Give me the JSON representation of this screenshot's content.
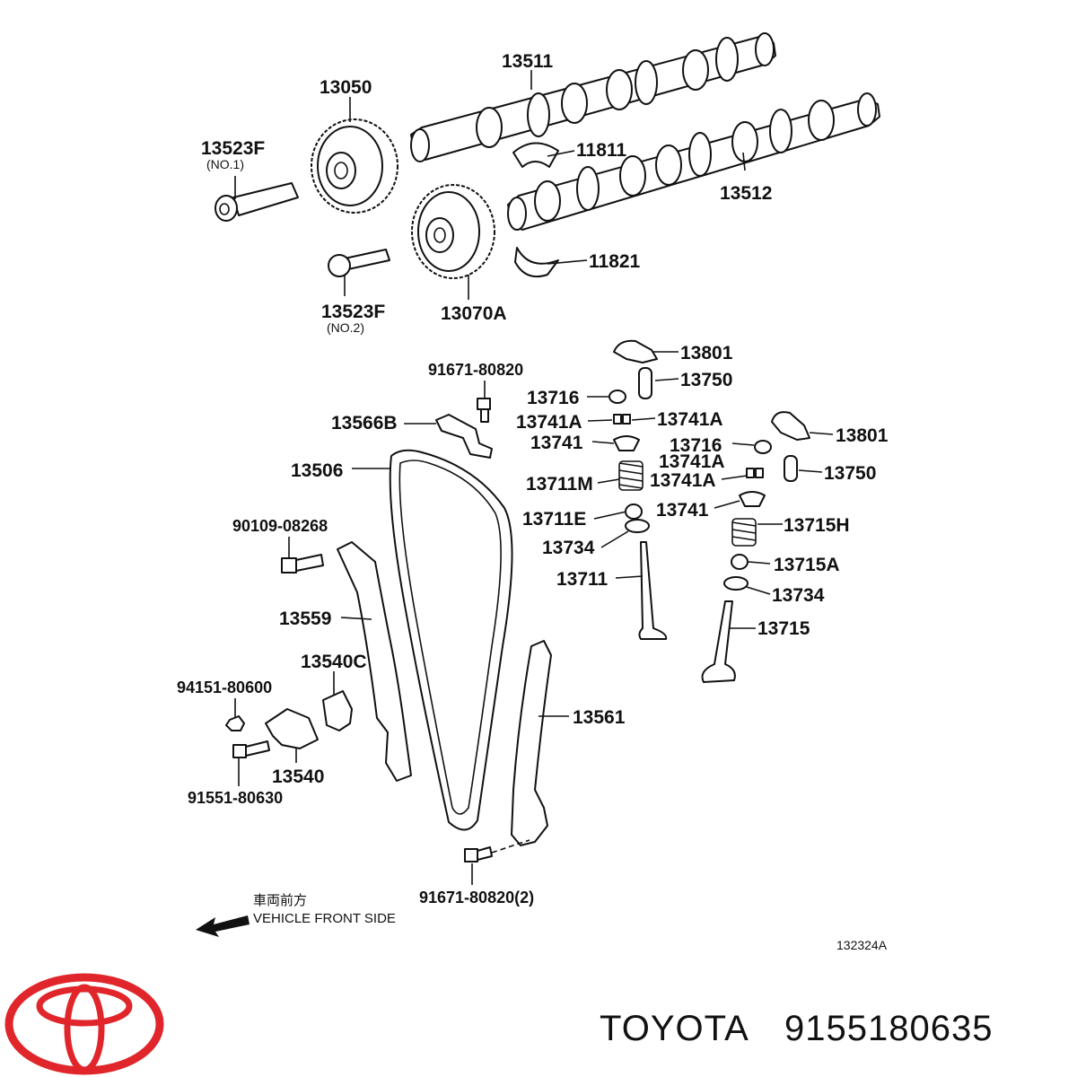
{
  "diagram_id": "132324A",
  "direction": {
    "jp": "車両前方",
    "en": "VEHICLE FRONT SIDE"
  },
  "brand": {
    "name": "TOYOTA",
    "part_number": "9155180635",
    "logo_color": "#e0262b"
  },
  "labels": {
    "p13511": "13511",
    "p13050": "13050",
    "p13523f_1": "13523F",
    "p13523f_1_sub": "(NO.1)",
    "p11811": "11811",
    "p13512": "13512",
    "p11821": "11821",
    "p13523f_2": "13523F",
    "p13523f_2_sub": "(NO.2)",
    "p13070a": "13070A",
    "p91671_top": "91671-80820",
    "p13801_a": "13801",
    "p13750_a": "13750",
    "p13716_a": "13716",
    "p13741a_a": "13741A",
    "p13741a_b": "13741A",
    "p13566b": "13566B",
    "p13801_b": "13801",
    "p13741_a": "13741",
    "p13716_b": "13716",
    "p13741a_c": "13741A",
    "p13506": "13506",
    "p13750_b": "13750",
    "p13711m": "13711M",
    "p13741a_d": "13741A",
    "p13741_b": "13741",
    "p13711e": "13711E",
    "p13715h": "13715H",
    "p90109": "90109-08268",
    "p13734_a": "13734",
    "p13715a": "13715A",
    "p13711": "13711",
    "p13734_b": "13734",
    "p13559": "13559",
    "p13715": "13715",
    "p13540c": "13540C",
    "p94151": "94151-80600",
    "p13561": "13561",
    "p13540": "13540",
    "p91551": "91551-80630",
    "p91671_bottom": "91671-80820(2)"
  }
}
